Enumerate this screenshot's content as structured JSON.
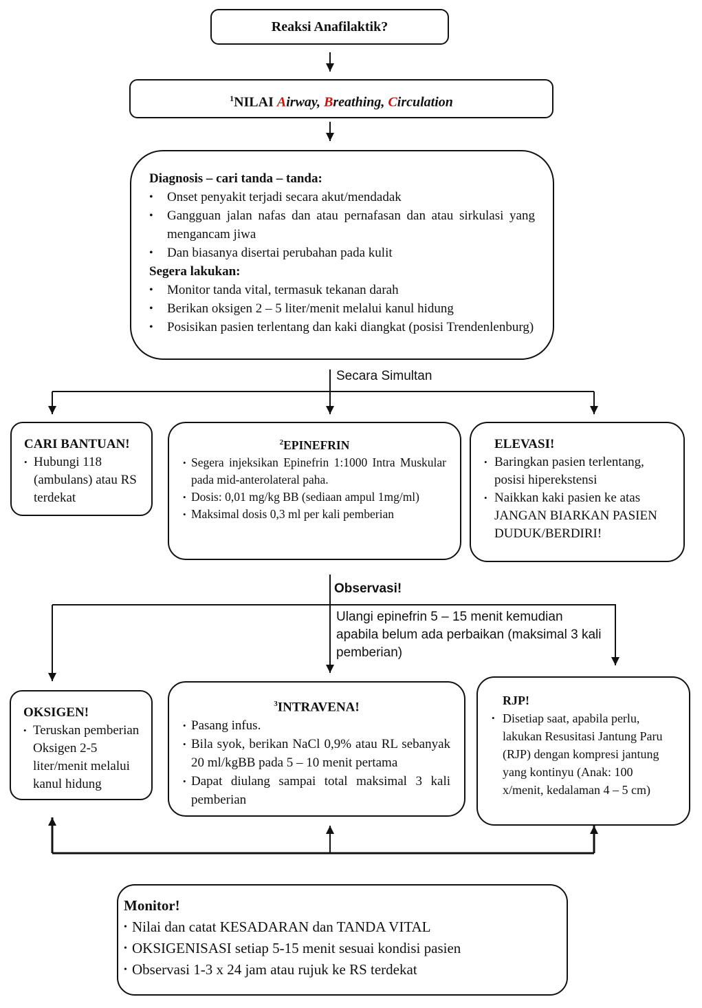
{
  "start": {
    "title": "Reaksi Anafilaktik?"
  },
  "abc": {
    "sup": "1",
    "prefix": "NILAI ",
    "a_letter": "A",
    "a_rest": "irway, ",
    "b_letter": "B",
    "b_rest": "reathing, ",
    "c_letter": "C",
    "c_rest": "irculation"
  },
  "diagnosis": {
    "heading": "Diagnosis – cari tanda – tanda:",
    "items": [
      "Onset penyakit terjadi secara akut/mendadak",
      "Gangguan jalan nafas dan atau pernafasan dan atau sirkulasi yang mengancam jiwa",
      "Dan biasanya disertai perubahan pada kulit"
    ],
    "action_heading": "Segera lakukan:",
    "actions": [
      "Monitor tanda vital, termasuk tekanan darah",
      "Berikan oksigen 2 – 5 liter/menit melalui kanul hidung",
      "Posisikan pasien terlentang dan kaki diangkat (posisi Trendenlenburg)"
    ]
  },
  "simultan_label": "Secara Simultan",
  "bantuan": {
    "title": "CARI BANTUAN!",
    "items": [
      "Hubungi 118 (ambulans) atau RS terdekat"
    ]
  },
  "epinefrin": {
    "sup": "2",
    "title": "EPINEFRIN",
    "items": [
      "Segera injeksikan Epinefrin 1:1000 Intra Muskular pada mid-anterolateral paha.",
      "Dosis: 0,01 mg/kg BB (sediaan ampul 1mg/ml)",
      "Maksimal dosis 0,3 ml per kali pemberian"
    ]
  },
  "elevasi": {
    "title": "ELEVASI!",
    "items": [
      "Baringkan pasien terlentang, posisi hiperekstensi",
      "Naikkan kaki pasien ke atas JANGAN BIARKAN PASIEN DUDUK/BERDIRI!"
    ]
  },
  "observasi": {
    "title": "Observasi!",
    "note": "Ulangi epinefrin 5 – 15 menit kemudian apabila belum ada perbaikan (maksimal 3 kali pemberian)"
  },
  "oksigen": {
    "title": "OKSIGEN!",
    "items": [
      "Teruskan pemberian Oksigen 2-5 liter/menit melalui kanul hidung"
    ]
  },
  "intravena": {
    "sup": "3",
    "title": "INTRAVENA!",
    "items": [
      "Pasang infus.",
      "Bila syok, berikan NaCl 0,9% atau RL sebanyak 20 ml/kgBB pada 5 – 10 menit pertama",
      "Dapat diulang sampai total maksimal 3 kali pemberian"
    ]
  },
  "rjp": {
    "title": "RJP!",
    "items": [
      "Disetiap saat, apabila perlu, lakukan Resusitasi Jantung Paru (RJP) dengan kompresi jantung yang kontinyu (Anak: 100 x/menit, kedalaman 4 – 5 cm)"
    ]
  },
  "monitor": {
    "title": "Monitor!",
    "items": [
      "Nilai dan catat KESADARAN dan TANDA VITAL",
      "OKSIGENISASI setiap 5-15 menit sesuai kondisi pasien",
      "Observasi 1-3 x 24 jam atau rujuk ke RS terdekat"
    ]
  }
}
